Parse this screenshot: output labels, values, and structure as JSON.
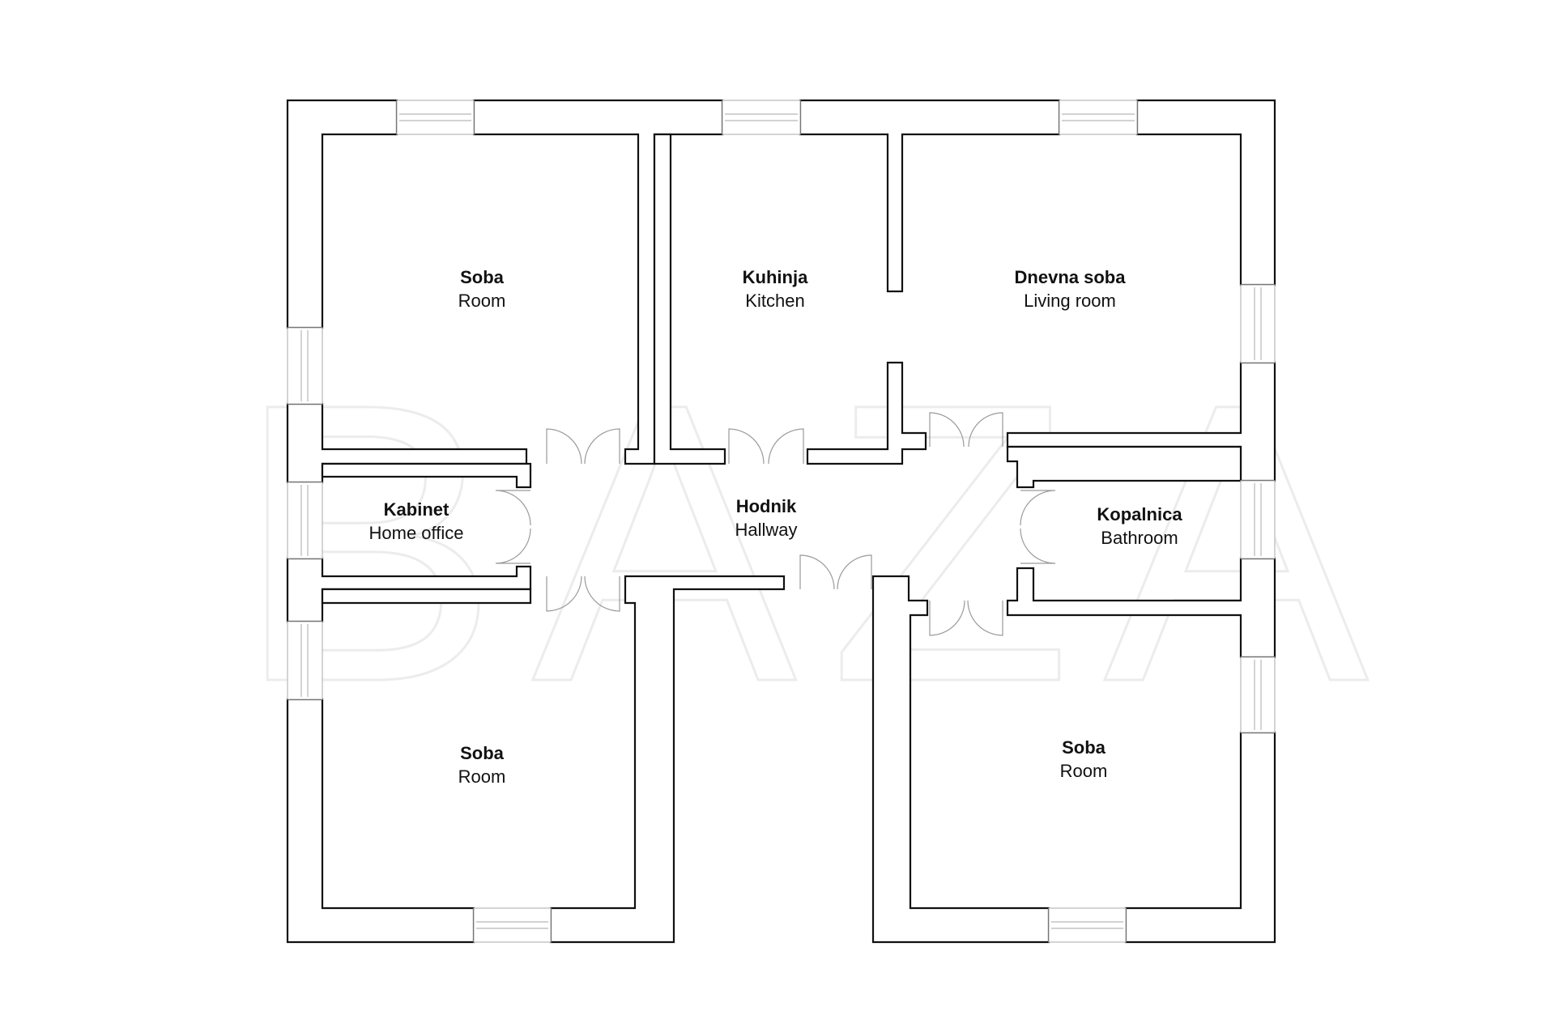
{
  "watermark": "BAZA",
  "rooms": [
    {
      "id": "room-top-left",
      "title": "Soba",
      "subtitle": "Room"
    },
    {
      "id": "kitchen",
      "title": "Kuhinja",
      "subtitle": "Kitchen"
    },
    {
      "id": "living-room",
      "title": "Dnevna soba",
      "subtitle": "Living room"
    },
    {
      "id": "home-office",
      "title": "Kabinet",
      "subtitle": "Home office"
    },
    {
      "id": "hallway",
      "title": "Hodnik",
      "subtitle": "Hallway"
    },
    {
      "id": "bathroom",
      "title": "Kopalnica",
      "subtitle": "Bathroom"
    },
    {
      "id": "room-bottom-left",
      "title": "Soba",
      "subtitle": "Room"
    },
    {
      "id": "room-bottom-right",
      "title": "Soba",
      "subtitle": "Room"
    }
  ],
  "colors": {
    "wall_stroke": "#111111",
    "fixture_stroke": "#9a9a9a",
    "watermark": "#ececec"
  }
}
